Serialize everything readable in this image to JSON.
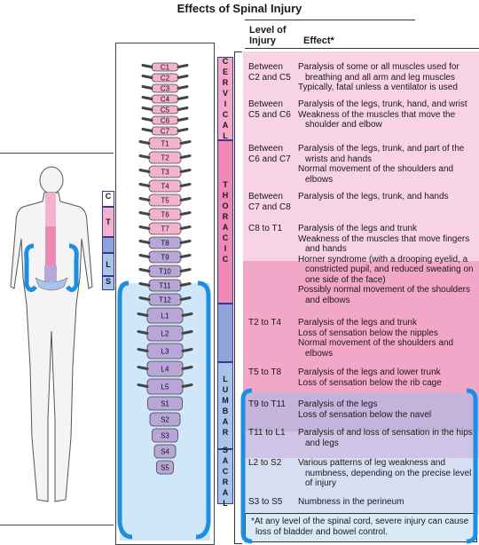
{
  "title": "Effects of Spinal Injury",
  "columns": {
    "level": "Level of\nInjury",
    "effect": "Effect*"
  },
  "figure_levels": [
    "C",
    "T",
    "L",
    "S"
  ],
  "regions": [
    {
      "name": "CERVICAL",
      "letters": [
        "C",
        "E",
        "R",
        "V",
        "I",
        "C",
        "A",
        "L"
      ],
      "color": "#f4a9c8"
    },
    {
      "name": "THORACIC",
      "letters": [
        "T",
        "H",
        "O",
        "R",
        "A",
        "C",
        "I",
        "C"
      ],
      "color": "#ee88b4"
    },
    {
      "name": "LUMBAR",
      "letters": [
        "L",
        "U",
        "M",
        "B",
        "A",
        "R"
      ],
      "color": "#a9c4ea"
    },
    {
      "name": "SACRAL",
      "letters": [
        "S",
        "A",
        "C",
        "R",
        "A",
        "L"
      ],
      "color": "#a9c4ea"
    }
  ],
  "vertebrae": [
    "C1",
    "C2",
    "C3",
    "C4",
    "C5",
    "C6",
    "C7",
    "T1",
    "T2",
    "T3",
    "T4",
    "T5",
    "T6",
    "T7",
    "T8",
    "T9",
    "T10",
    "T11",
    "T12",
    "L1",
    "L2",
    "L3",
    "L4",
    "L5",
    "S1",
    "S2",
    "S3",
    "S4",
    "S5"
  ],
  "rows": [
    {
      "level": "Between C2 and C5",
      "effects": [
        "Paralysis of some or all muscles used for breathing and all arm and leg muscles",
        "Typically, fatal unless a ventilator is used"
      ]
    },
    {
      "level": "Between C5 and C6",
      "effects": [
        "Paralysis of the legs, trunk, hand, and wrist",
        "Weakness of the muscles that move the shoulder and elbow"
      ]
    },
    {
      "level": "Between C6 and C7",
      "effects": [
        "Paralysis of the legs, trunk, and part of the wrists and hands",
        "Normal movement of the shoulders and elbows"
      ]
    },
    {
      "level": "Between C7 and C8",
      "effects": [
        "Paralysis of the legs, trunk, and hands"
      ]
    },
    {
      "level": "C8 to T1",
      "effects": [
        "Paralysis of the legs and trunk",
        "Weakness of the muscles that move fingers and hands",
        "Horner syndrome (with a drooping eyelid, a constricted pupil, and reduced sweating on one side of the face)",
        "Possibly normal movement of the shoulders and elbows"
      ]
    },
    {
      "level": "T2 to T4",
      "effects": [
        "Paralysis of the legs and trunk",
        "Loss of sensation below the nipples",
        "Normal movement of the shoulders and elbows"
      ]
    },
    {
      "level": "T5 to T8",
      "effects": [
        "Paralysis of the legs and lower trunk",
        "Loss of sensation below the rib cage"
      ]
    },
    {
      "level": "T9 to T11",
      "effects": [
        "Paralysis of the legs",
        "Loss of sensation below the navel"
      ]
    },
    {
      "level": "T11 to L1",
      "effects": [
        "Paralysis of and loss of sensation in the hips and legs"
      ]
    },
    {
      "level": "L2 to S2",
      "effects": [
        "Various patterns of leg weakness and numbness, depending on the precise level of injury"
      ]
    },
    {
      "level": "S3 to S5",
      "effects": [
        "Numbness in the perineum"
      ]
    }
  ],
  "footnote": "*At any level of the spinal cord, severe injury can cause loss of bladder and bowel control.",
  "colors": {
    "cervical_row": "#f8d3e3",
    "thoracic_row": "#f2a6c8",
    "thoracic_row_light": "#f6c2da",
    "lumbar_row": "#c5b3dc",
    "sacral_row": "#d6def2",
    "bracket_blue": "#1e8fe0",
    "spine_pink": "#f3b3cf",
    "spine_purple": "#b9a6d8",
    "highlight": "#cfe7f8"
  }
}
